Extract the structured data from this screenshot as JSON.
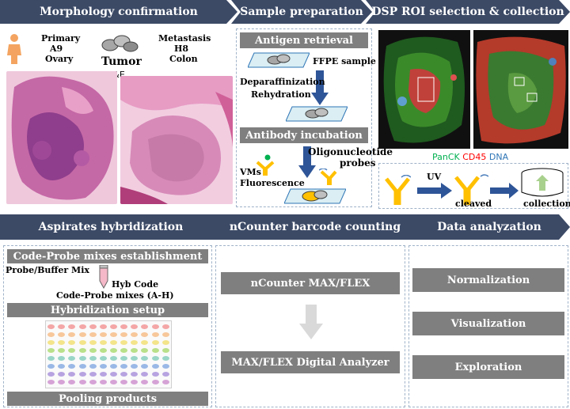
{
  "banners": {
    "morphology": "Morphology confirmation",
    "sample_prep": "Sample preparation",
    "dsp": "DSP ROI selection & collection",
    "aspirates": "Aspirates hybridization",
    "ncounter": "nCounter barcode counting",
    "data": "Data analyzation"
  },
  "morphology": {
    "primary": "Primary",
    "a9": "A9",
    "ovary": "Ovary",
    "tumor": "Tumor",
    "he": "H&E",
    "metastasis": "Metastasis",
    "h8": "H8",
    "colon": "Colon"
  },
  "sample_prep": {
    "antigen_retrieval": "Antigen retrieval",
    "ffpe": "FFPE sample",
    "deparaffinization": "Deparaffinization",
    "rehydration": "Rehydration",
    "antibody_incubation": "Antibody incubation",
    "oligo": "Oligonucleotide",
    "probes": "probes",
    "vms": "VMs",
    "fluorescence": "Fluorescence"
  },
  "dsp": {
    "panck": "PanCK",
    "cd45": "CD45",
    "dna": "DNA",
    "uv": "UV",
    "cleaved": "cleaved",
    "collection": "collection"
  },
  "aspirates": {
    "mixes_establishment": "Code-Probe mixes establishment",
    "probe_buffer": "Probe/Buffer Mix",
    "hyb_code": "Hyb Code",
    "code_probe_mixes": "Code-Probe mixes (A-H)",
    "hyb_setup": "Hybridization setup",
    "pooling": "Pooling products"
  },
  "ncounter": {
    "max_flex": "nCounter MAX/FLEX",
    "analyzer": "MAX/FLEX Digital Analyzer"
  },
  "data_analysis": {
    "normalization": "Normalization",
    "visualization": "Visualization",
    "exploration": "Exploration"
  },
  "colors": {
    "banner": "#3c4a66",
    "gray_box": "#7f7f7f",
    "blue_arrow": "#2e5597",
    "panck": "#00b050",
    "cd45": "#ff0000",
    "dna": "#2e75b6"
  }
}
